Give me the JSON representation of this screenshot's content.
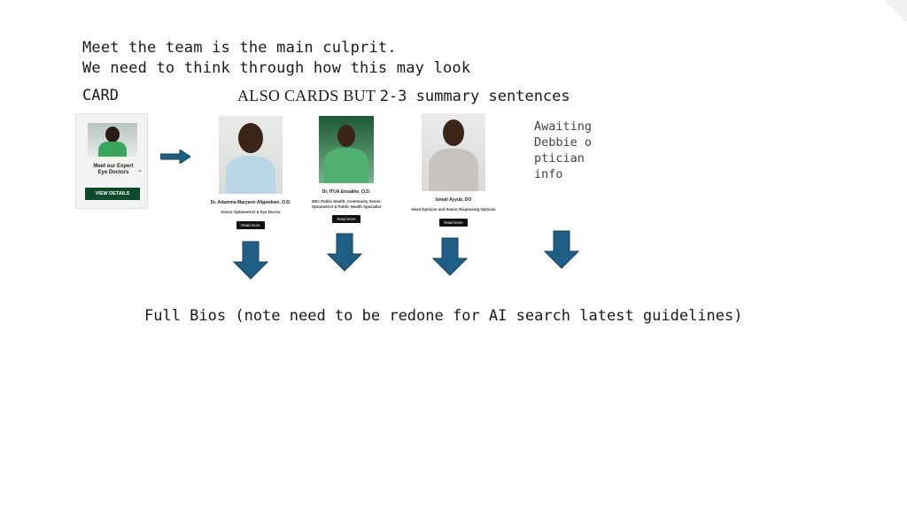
{
  "notes": {
    "line1": "Meet the team is the main culprit.",
    "line2": "We need to think through how this may look"
  },
  "labels": {
    "card": "CARD",
    "also_cards_prefix": "ALSO CARDS BUT ",
    "also_cards_suffix": "2-3 summary sentences"
  },
  "small_card": {
    "caption_line1": "Meet our Expert",
    "caption_line2": "Eye Doctors",
    "button": "VIEW DETAILS"
  },
  "doctors": [
    {
      "name": "Dr. Adamma Maryann Aligwekwe, O.D.",
      "role": "Senior Optometrist & Eye Doctor",
      "read_more": "Read more"
    },
    {
      "name": "Dr. ITUA Ensakhe, O.D.",
      "role": "MSc Public Health, Community Senior Optometrist & Public Health Specialist",
      "read_more": "Read more"
    },
    {
      "name": "Ismail Ayyub, DO",
      "role": "Head Optician and Senior Dispensing Optician",
      "read_more": "Read more"
    }
  ],
  "awaiting": "Awaiting Debbie optician info",
  "full_bios": "Full Bios (note need to be redone for AI search latest guidelines)",
  "colors": {
    "arrow": "#1f5f86",
    "arrow_stroke": "#143f5a",
    "card_button": "#0d4a2c"
  },
  "icons": [
    "arrow-right-icon",
    "arrow-down-icon",
    "chevron-down-icon"
  ]
}
